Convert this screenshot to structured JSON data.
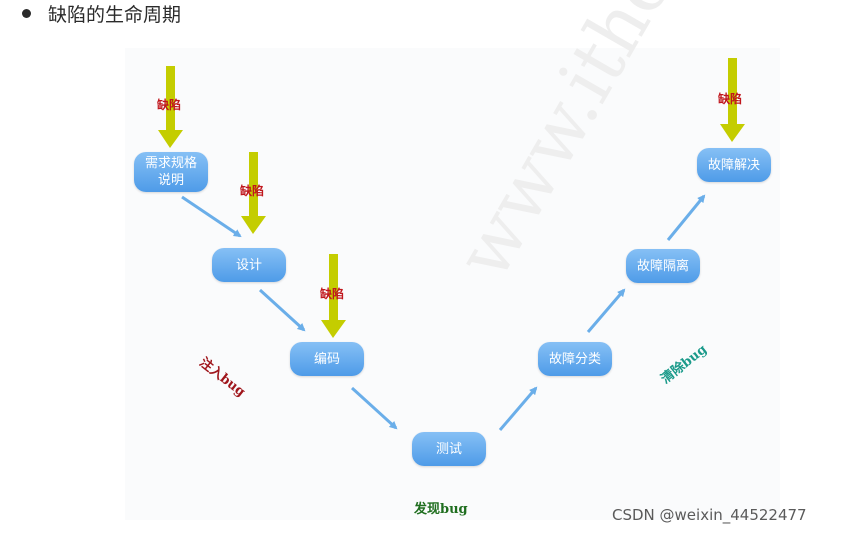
{
  "heading": "缺陷的生命周期",
  "nodes": {
    "requirements": "需求规格\n说明",
    "design": "设计",
    "coding": "编码",
    "testing": "测试",
    "fault_classification": "故障分类",
    "fault_isolation": "故障隔离",
    "fault_resolution": "故障解决"
  },
  "defect_label": "缺陷",
  "inject_label": "注入bug",
  "clear_label": "清除bug",
  "found_label": "发现bug",
  "bg_watermark": "www.itheima.com",
  "csdn_watermark": "CSDN @weixin_44522477",
  "colors": {
    "node": "#5aa5ec",
    "flow_arrow": "#6aaee9",
    "defect_arrow": "#c4cd00",
    "defect_text": "#c0171d",
    "inject_text": "#a0161c",
    "clear_text": "#1a9a8a",
    "found_text": "#1f6e1f"
  }
}
